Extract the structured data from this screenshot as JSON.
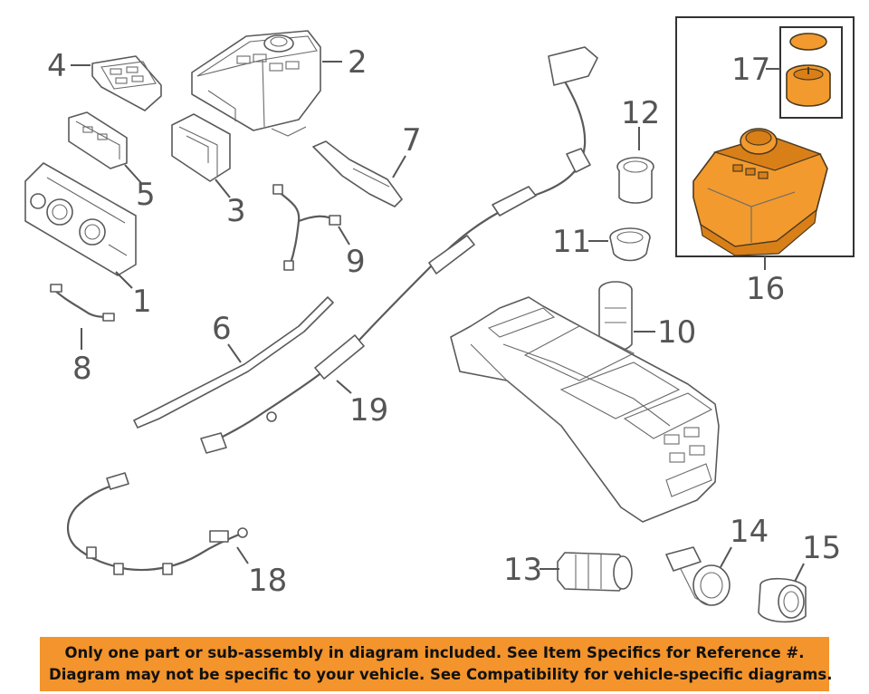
{
  "callouts": {
    "n1": "1",
    "n2": "2",
    "n3": "3",
    "n4": "4",
    "n5": "5",
    "n6": "6",
    "n7": "7",
    "n8": "8",
    "n9": "9",
    "n10": "10",
    "n11": "11",
    "n12": "12",
    "n13": "13",
    "n14": "14",
    "n15": "15",
    "n16": "16",
    "n17": "17",
    "n18": "18",
    "n19": "19"
  },
  "highlight_color": "#f29a2e",
  "banner": {
    "line1": "Only one part or sub-assembly in diagram included. See Item Specifics for Reference #.",
    "line2": "Diagram may not be specific to your vehicle. See Compatibility for vehicle-specific diagrams.",
    "background": "#f3942c"
  }
}
